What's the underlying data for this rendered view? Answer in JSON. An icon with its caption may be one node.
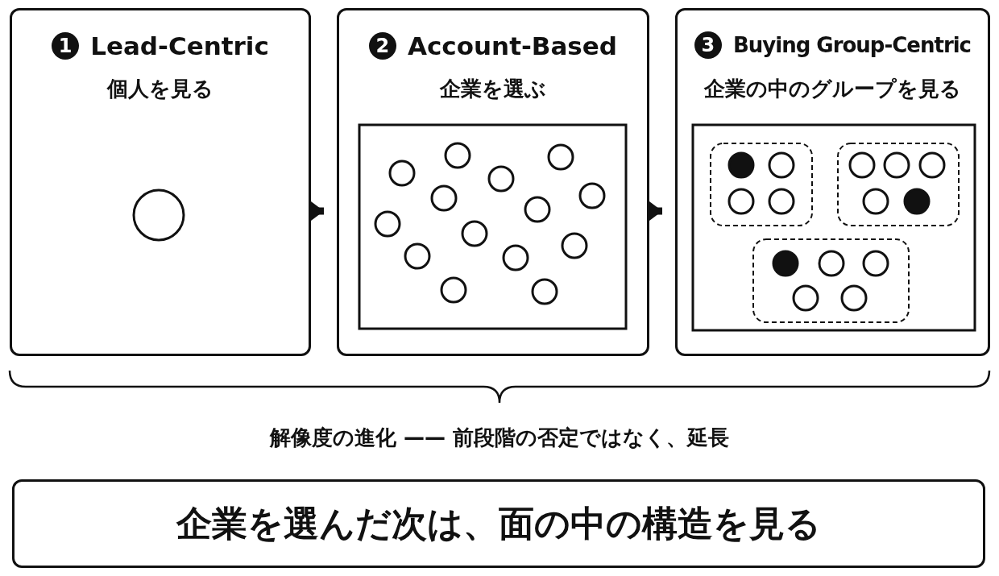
{
  "diagram": {
    "nodes": [
      {
        "text": [
          "1",
          "Lead-Centric",
          "個人を見る"
        ]
      },
      {
        "text": [
          "2",
          "Account-Based",
          "企業を選ぶ"
        ]
      },
      {
        "text": [
          "3",
          "Buying Group-Centric",
          "企業の中のグループを見る"
        ]
      },
      {
        "text": [
          "企業を選んだ次は、面の中の構造を見る"
        ]
      }
    ],
    "edges": [
      {
        "from": 0,
        "to": 1,
        "arrow": "to"
      },
      {
        "from": 1,
        "to": 2,
        "arrow": "to"
      }
    ],
    "labels": [
      "解像度の進化 —— 前段階の否定ではなく、延長"
    ]
  }
}
